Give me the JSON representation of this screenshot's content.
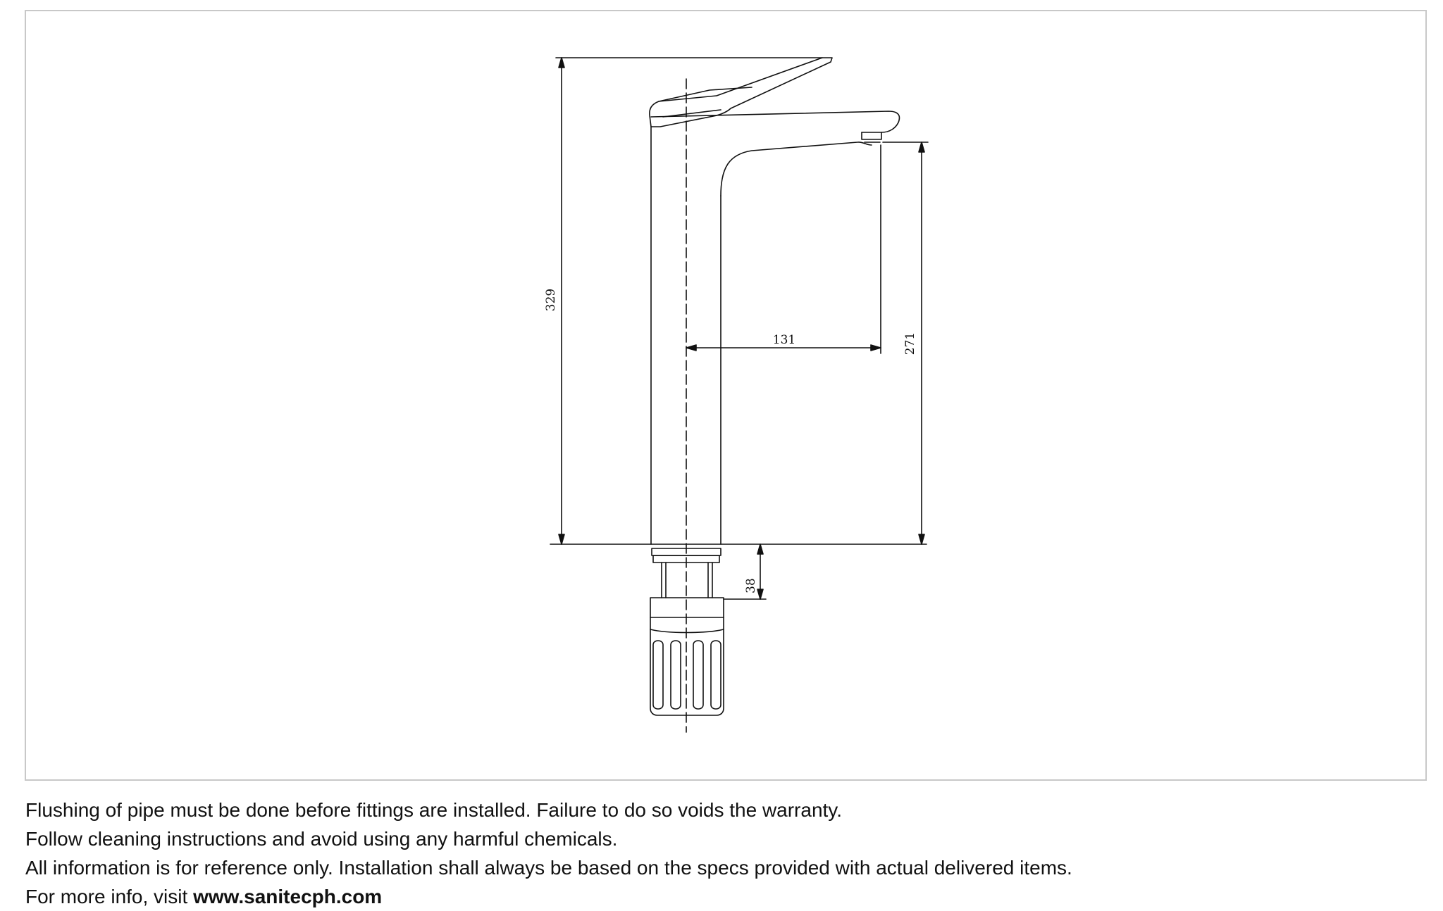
{
  "drawing": {
    "dimensions": {
      "overall_height": "329",
      "spout_reach": "131",
      "spout_height": "271",
      "shank_length": "38"
    },
    "colors": {
      "line": "#111111",
      "frame_border": "#c8c8c8"
    }
  },
  "notes": {
    "line1": "Flushing of pipe must be done before fittings are installed. Failure to do so voids the warranty.",
    "line2": "Follow cleaning instructions and avoid using any harmful chemicals.",
    "line3": "All information is for reference only. Installation shall always be based on the specs provided with actual delivered items.",
    "line4_prefix": "For more info, visit ",
    "line4_url": "www.sanitecph.com"
  }
}
